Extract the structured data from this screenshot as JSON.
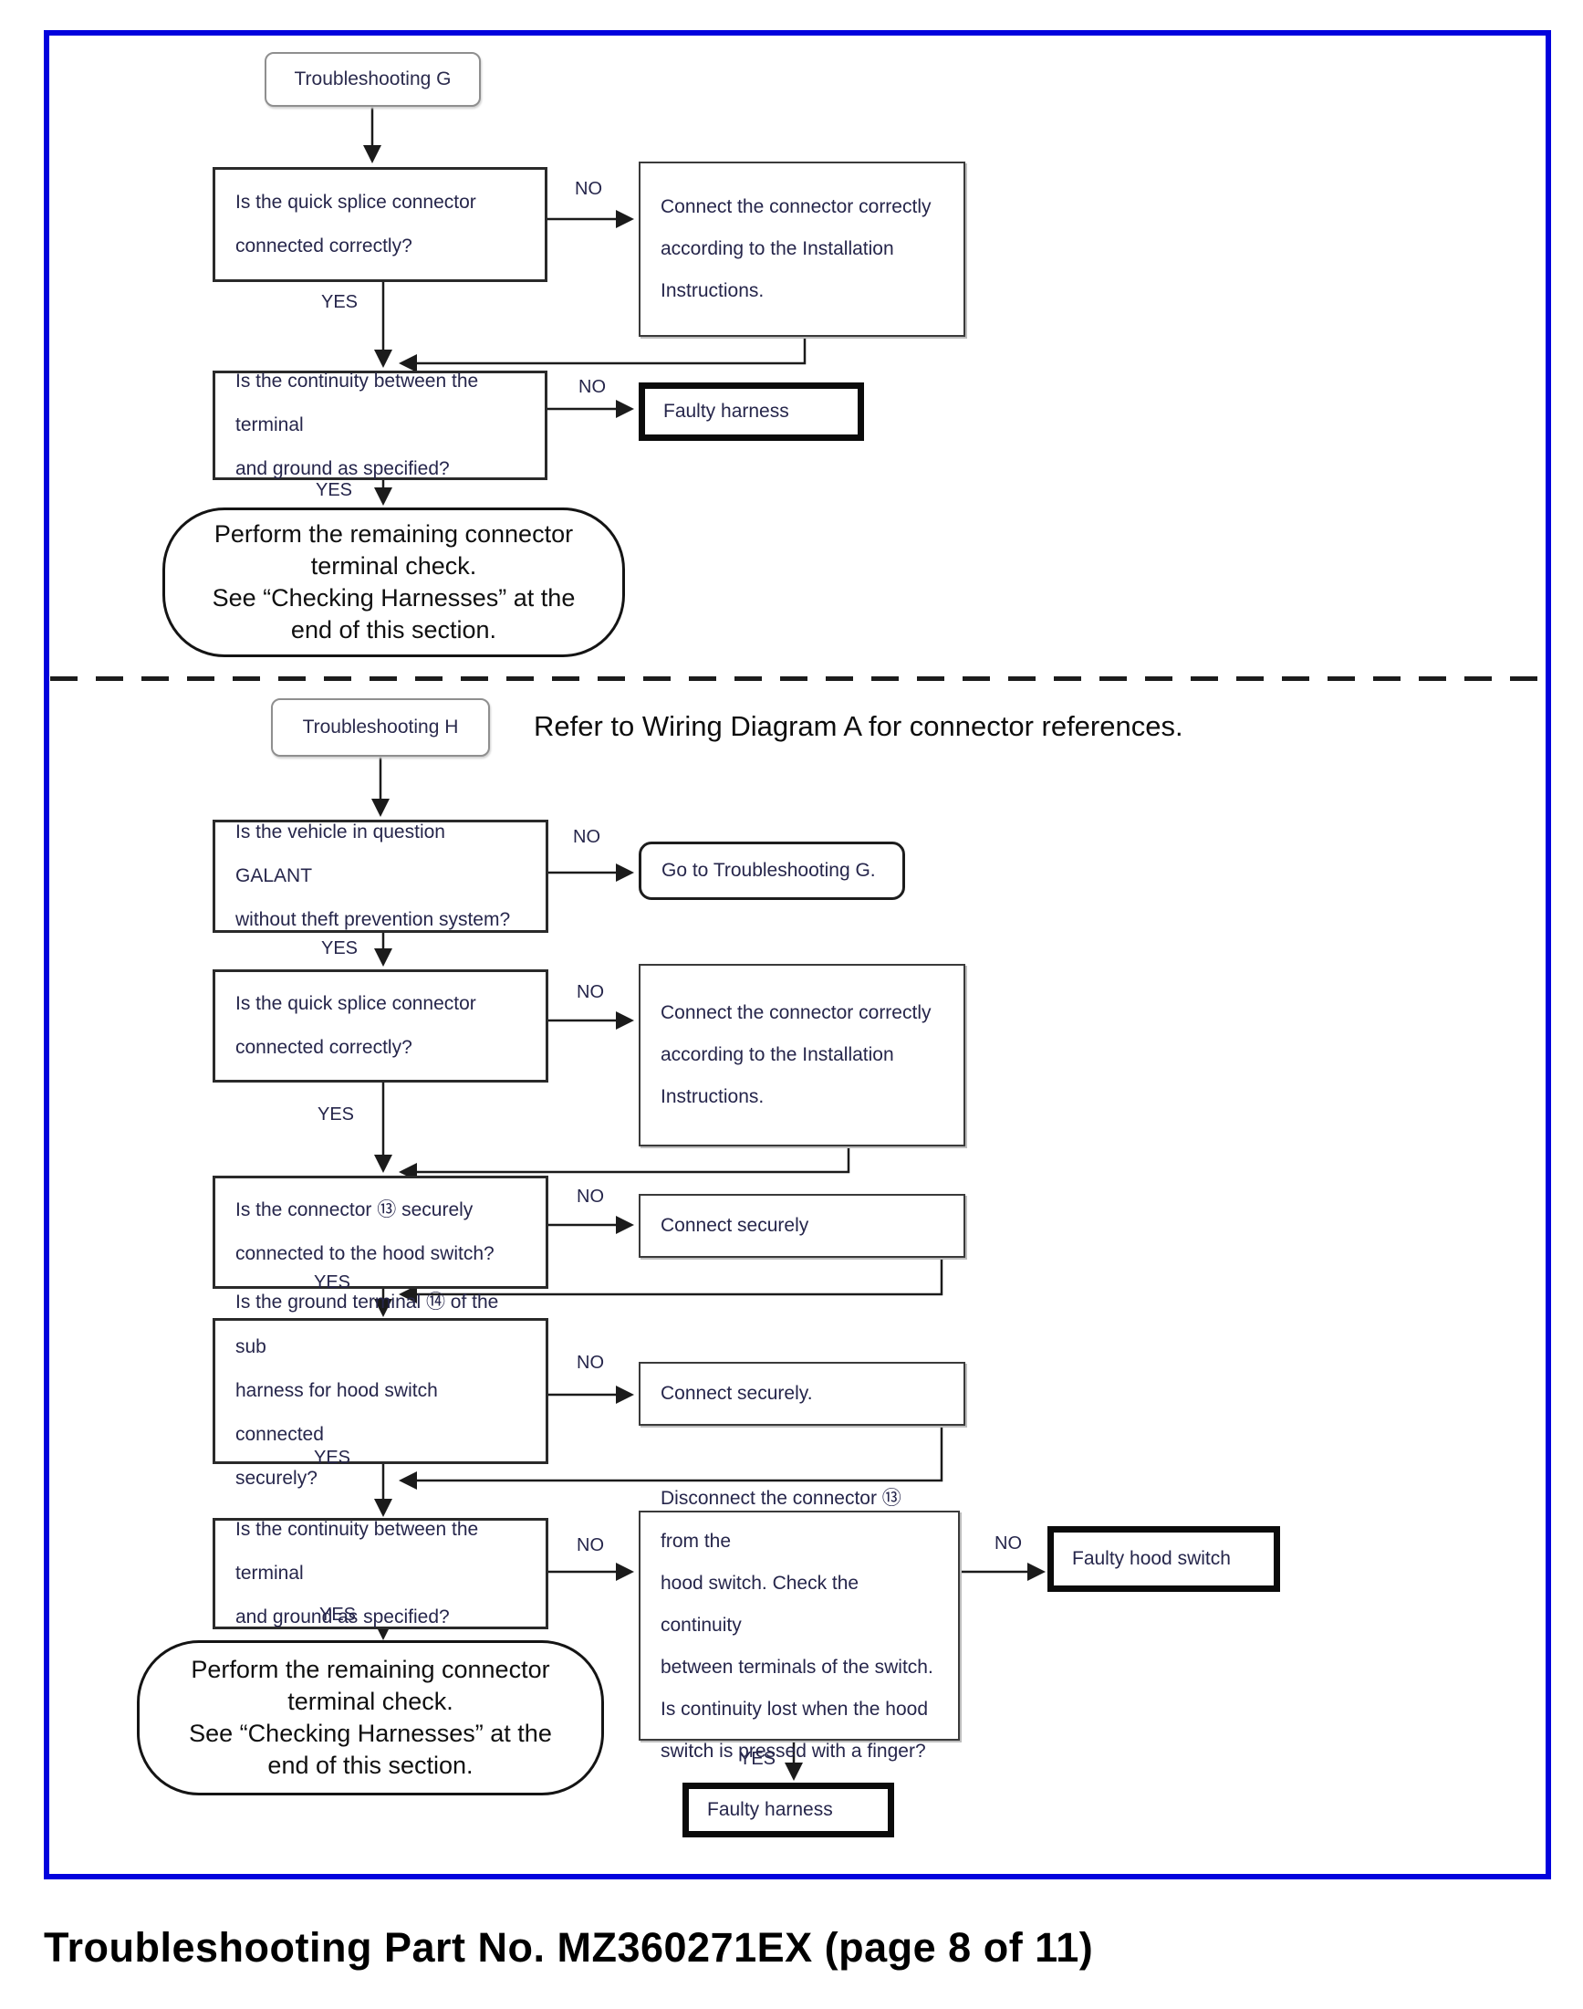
{
  "labels": {
    "yes": "YES",
    "no": "NO"
  },
  "footer": "Troubleshooting Part No. MZ360271EX (page 8 of 11)",
  "colors": {
    "page_border": "#0202dd",
    "line": "#1b1b1b"
  },
  "flow_g": {
    "title": "Troubleshooting G",
    "q_splice": "Is the quick splice connector\nconnected correctly?",
    "a_connect_install": "Connect the connector correctly\naccording to the Installation\nInstructions.",
    "q_continuity": "Is the continuity between the terminal\nand ground as specified?",
    "f_harness": "Faulty harness",
    "end_note": "Perform the remaining connector\nterminal check.\nSee “Checking Harnesses” at the\nend of this section."
  },
  "flow_h": {
    "title": "Troubleshooting H",
    "heading": "Refer to Wiring Diagram A for connector references.",
    "q_vehicle": "Is the vehicle in question GALANT\nwithout theft prevention system?",
    "a_goto_g": "Go to Troubleshooting G.",
    "q_splice": "Is the quick splice connector\nconnected correctly?",
    "a_connect_install": "Connect the connector correctly\naccording to the Installation\nInstructions.",
    "q_connector": "Is the connector ⑬ securely\nconnected to the hood switch?",
    "a_connect_securely": "Connect securely",
    "q_ground_terminal": "Is the ground terminal ⑭ of the sub\nharness for hood switch connected\nsecurely?",
    "a_connect_securely2": "Connect securely.",
    "q_continuity": "Is the continuity between the terminal\nand ground as specified?",
    "a_disconnect_check": "Disconnect the connector ⑬ from the\nhood switch. Check the continuity\nbetween terminals of the switch.\nIs continuity lost when the hood\nswitch is pressed with a finger?",
    "f_hood_switch": "Faulty hood switch",
    "f_harness": "Faulty harness",
    "end_note": "Perform the remaining connector\nterminal check.\nSee “Checking Harnesses” at the\nend of this section."
  }
}
